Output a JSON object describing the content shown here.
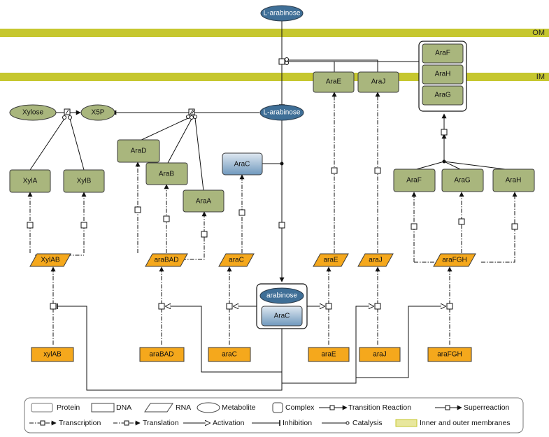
{
  "membranes": {
    "outer": "OM",
    "inner": "IM",
    "color": "#c6c72f"
  },
  "metabolites": {
    "l_arabinose_top": "L-arabinose",
    "l_arabinose_mid": "L-arabinose",
    "xylose": "Xylose",
    "x5p": "X5P",
    "arabinose_complex": "arabinose"
  },
  "proteins": {
    "arae_membrane": "AraE",
    "araj_membrane": "AraJ",
    "araf_complex": "AraF",
    "arah_complex": "AraH",
    "arag_complex": "AraG",
    "xyla": "XylA",
    "xylb": "XylB",
    "arad": "AraD",
    "arab": "AraB",
    "araa": "AraA",
    "arac": "AraC",
    "arac_complex": "AraC",
    "araf": "AraF",
    "arag": "AraG",
    "arah": "AraH"
  },
  "rna": {
    "xylab": "XylAB",
    "arabad": "araBAD",
    "arac": "araC",
    "arae": "araE",
    "araj": "araJ",
    "arafgh": "araFGH"
  },
  "dna": {
    "xylab": "xylAB",
    "arabad": "araBAD",
    "arac": "araC",
    "arae": "araE",
    "araj": "araJ",
    "arafgh": "araFGH"
  },
  "legend": {
    "protein": "Protein",
    "dna": "DNA",
    "rna": "RNA",
    "metabolite": "Metabolite",
    "complex": "Complex",
    "transition": "Transition Reaction",
    "superreaction": "Superreaction",
    "transcription": "Transcription",
    "translation": "Translation",
    "activation": "Activation",
    "inhibition": "Inhibition",
    "catalysis": "Catalysis",
    "membranes": "Inner and outer membranes"
  },
  "colors": {
    "protein": "#a9b67d",
    "rna_dna": "#f5a81c",
    "metabolite": "#3f6f97",
    "membrane": "#c6c72f"
  }
}
